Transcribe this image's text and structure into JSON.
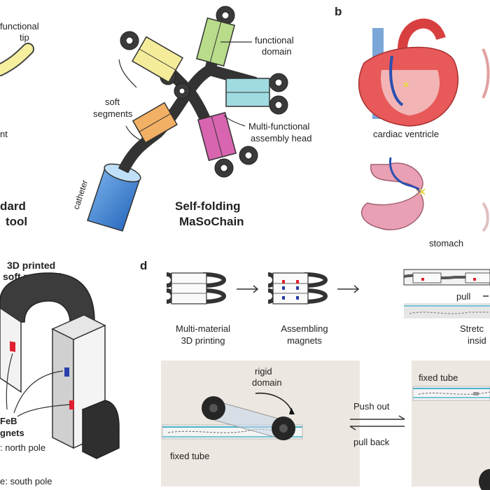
{
  "panel_a": {
    "standard_tool": {
      "functional_tip": [
        "functional",
        "tip"
      ],
      "segment": "nt",
      "title": [
        "dard",
        "tool"
      ]
    },
    "self_folding": {
      "functional_domain": [
        "functional",
        "domain"
      ],
      "soft_segments": [
        "soft",
        "segments"
      ],
      "assembly_head": [
        "Multi-functional",
        "assembly head"
      ],
      "catheter": "catheter",
      "title": [
        "Self-folding",
        "MaSoChain"
      ]
    }
  },
  "panel_b": {
    "letter": "b",
    "cardiac": "cardiac ventricle",
    "stomach": "stomach"
  },
  "panel_c": {
    "soft_material": [
      "3D printed",
      "soft material"
    ],
    "magnets": [
      "FeB",
      "gnets"
    ],
    "north": ": north pole",
    "south": "e: south pole"
  },
  "panel_d": {
    "letter": "d",
    "step1": [
      "Multi-material",
      "3D printing"
    ],
    "step2": [
      "Assembling",
      "magnets"
    ],
    "step3": [
      "Stretc",
      "insid"
    ],
    "pull": "pull",
    "rigid_domain": [
      "rigid",
      "domain"
    ],
    "fixed_tube_left": "fixed tube",
    "fixed_tube_right": "fixed tube",
    "push_out": "Push out",
    "pull_back": "pull back"
  },
  "colors": {
    "yellow": "#f4ec9a",
    "green": "#b9dc8a",
    "cyan": "#9fdbe0",
    "pink": "#d865b0",
    "orange": "#f2b064",
    "blue": "#3a7fd0",
    "north": "#e02030",
    "south": "#2a3fa8",
    "dark": "#3a3a3a"
  }
}
